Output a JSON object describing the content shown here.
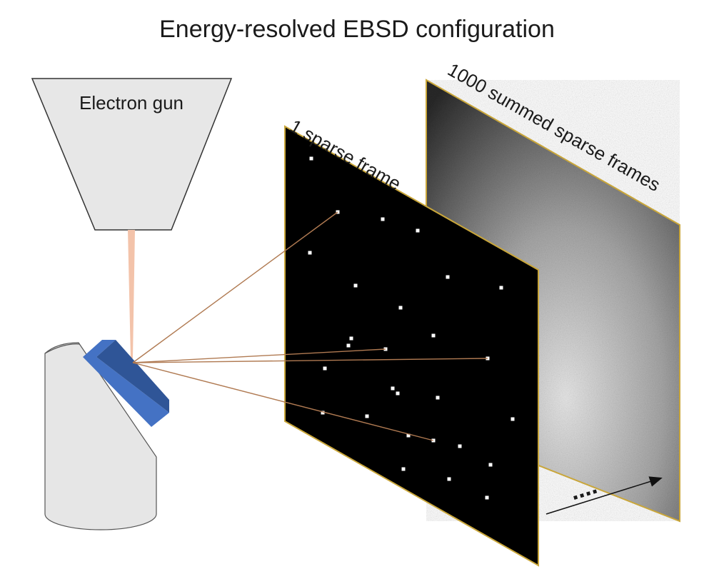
{
  "title": "Energy-resolved EBSD configuration",
  "labels": {
    "electron_gun": "Electron gun",
    "sparse_frame": "1 sparse frame",
    "summed_frames": "1000 summed sparse frames",
    "ellipsis": "...."
  },
  "colors": {
    "gun_fill": "#e7e7e7",
    "beam": "#f3c3aa",
    "ray": "#b07a52",
    "sample": "#4472c4",
    "stage_fill": "#e6e6e6",
    "frame_border": "#c9a63a",
    "sparse_frame_bg": "#000000",
    "hit": "#ffffff"
  }
}
